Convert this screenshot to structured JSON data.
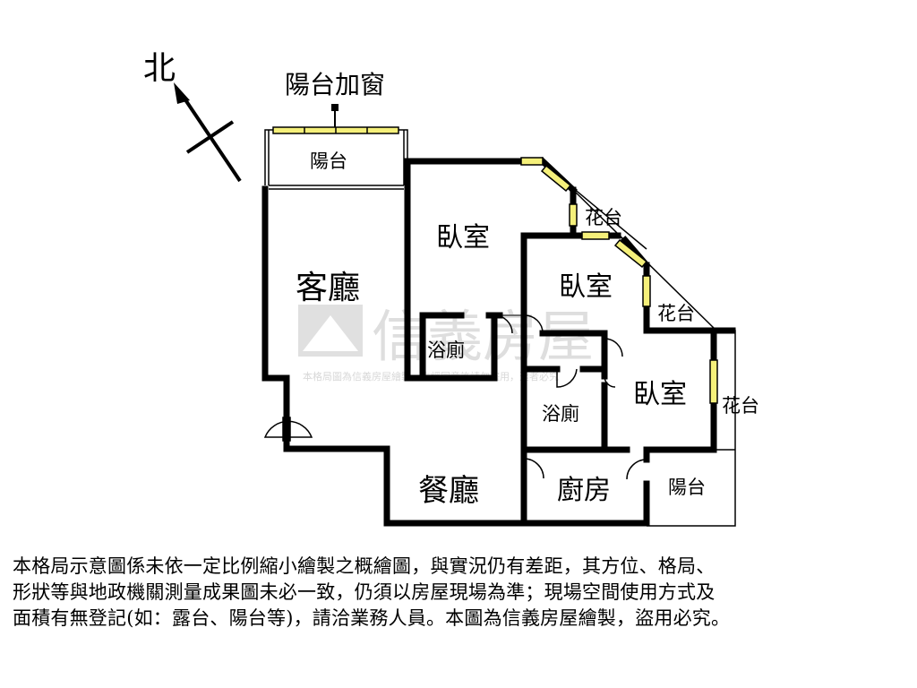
{
  "compass": {
    "label": "北"
  },
  "rooms": {
    "balcony_window": "陽台加窗",
    "balcony_top": "陽台",
    "living_room": "客廳",
    "bedroom_1": "臥室",
    "bedroom_2": "臥室",
    "bedroom_3": "臥室",
    "planter_1": "花台",
    "planter_2": "花台",
    "planter_3": "花台",
    "bathroom_1": "浴廁",
    "bathroom_2": "浴廁",
    "dining_room": "餐廳",
    "kitchen": "廚房",
    "balcony_bottom": "陽台"
  },
  "watermark": {
    "brand": "信義房屋",
    "notice": "本格局圖為信義房屋繪製，未經同意許請勿盜用，違者必究"
  },
  "disclaimer": {
    "line1": "本格局示意圖係未依一定比例縮小繪製之概繪圖，與實況仍有差距，其方位、格局、",
    "line2": "形狀等與地政機關測量成果圖未必一致，仍須以房屋現場為準；現場空間使用方式及",
    "line3": "面積有無登記(如：露台、陽台等)，請洽業務人員。本圖為信義房屋繪製，盜用必究。"
  },
  "colors": {
    "wall": "#000000",
    "window": "#f5f07a",
    "watermark": "#cccccc"
  }
}
